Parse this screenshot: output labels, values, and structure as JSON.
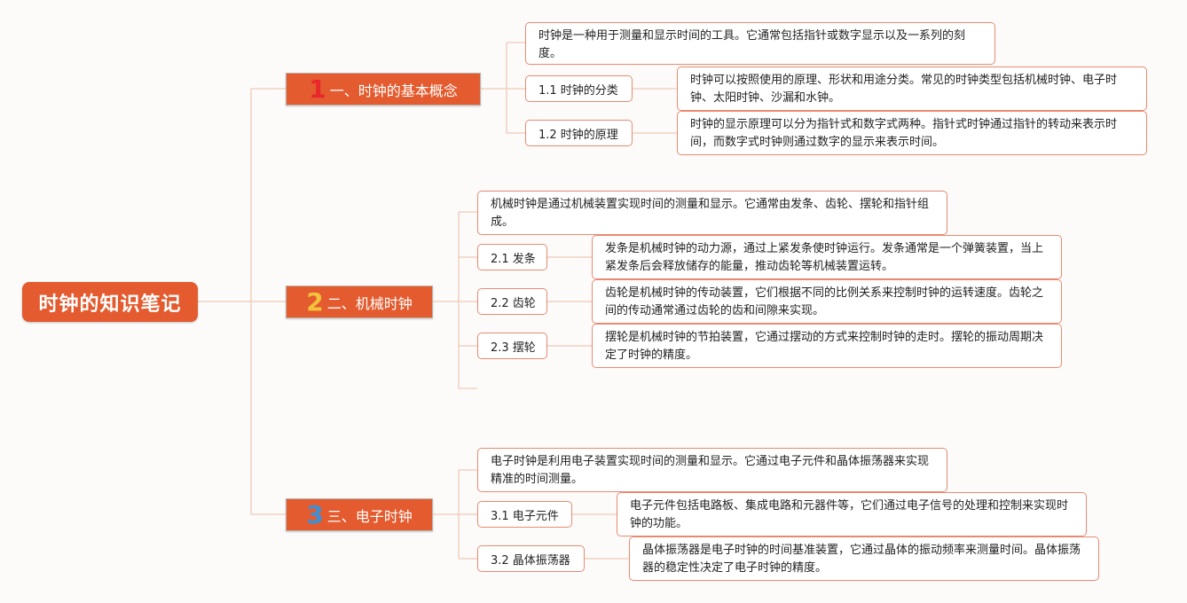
{
  "root": {
    "title": "时钟的知识笔记"
  },
  "sections": [
    {
      "number": "1",
      "number_color": "#e8282c",
      "title": "一、时钟的基本概念",
      "intro": "时钟是一种用于测量和显示时间的工具。它通常包括指针或数字显示以及一系列的刻度。",
      "subs": [
        {
          "label": "1.1 时钟的分类",
          "text": "时钟可以按照使用的原理、形状和用途分类。常见的时钟类型包括机械时钟、电子时钟、太阳时钟、沙漏和水钟。"
        },
        {
          "label": "1.2 时钟的原理",
          "text": "时钟的显示原理可以分为指针式和数字式两种。指针式时钟通过指针的转动来表示时间，而数字式时钟则通过数字的显示来表示时间。"
        }
      ]
    },
    {
      "number": "2",
      "number_color": "#f2c23a",
      "title": "二、机械时钟",
      "intro": "机械时钟是通过机械装置实现时间的测量和显示。它通常由发条、齿轮、摆轮和指针组成。",
      "subs": [
        {
          "label": "2.1 发条",
          "text": "发条是机械时钟的动力源，通过上紧发条使时钟运行。发条通常是一个弹簧装置，当上紧发条后会释放储存的能量，推动齿轮等机械装置运转。"
        },
        {
          "label": "2.2 齿轮",
          "text": "齿轮是机械时钟的传动装置，它们根据不同的比例关系来控制时钟的运转速度。齿轮之间的传动通常通过齿轮的齿和间隙来实现。"
        },
        {
          "label": "2.3 摆轮",
          "text": "摆轮是机械时钟的节拍装置，它通过摆动的方式来控制时钟的走时。摆轮的振动周期决定了时钟的精度。"
        }
      ]
    },
    {
      "number": "3",
      "number_color": "#3d8fd6",
      "title": "三、电子时钟",
      "intro": "电子时钟是利用电子装置实现时间的测量和显示。它通过电子元件和晶体振荡器来实现精准的时间测量。",
      "subs": [
        {
          "label": "3.1 电子元件",
          "text": "电子元件包括电路板、集成电路和元器件等，它们通过电子信号的处理和控制来实现时钟的功能。"
        },
        {
          "label": "3.2 晶体振荡器",
          "text": "晶体振荡器是电子时钟的时间基准装置，它通过晶体的振动频率来测量时间。晶体振荡器的稳定性决定了电子时钟的精度。"
        }
      ]
    }
  ]
}
